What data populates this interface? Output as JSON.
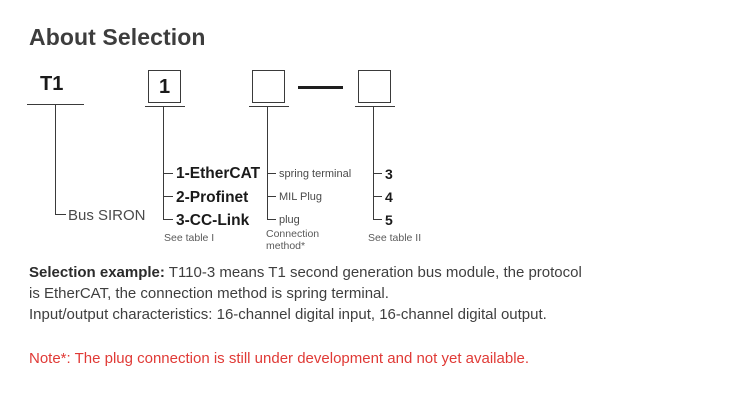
{
  "page": {
    "title": "About Selection",
    "background": "#ffffff",
    "note_color": "#e03a36",
    "text_color": "#3f3f3f"
  },
  "diagram": {
    "segments": [
      {
        "id": "series",
        "code": "T1",
        "boxed": false,
        "leaf_label": "Bus SIRON",
        "caption": "",
        "options": []
      },
      {
        "id": "generation",
        "code": "1",
        "boxed": true,
        "leaf_label": "",
        "caption": "See table I",
        "options": [
          "1-EtherCAT",
          "2-Profinet",
          "3-CC-Link"
        ]
      },
      {
        "id": "connection-method",
        "code": "",
        "boxed": true,
        "leaf_label": "",
        "caption": "Connection\nmethod*",
        "caption_line1": "Connection",
        "caption_line2": "method*",
        "options": [
          "spring terminal",
          "MIL Plug",
          "plug"
        ]
      },
      {
        "id": "io-characteristics",
        "code": "",
        "boxed": true,
        "leaf_label": "",
        "caption": "See table II",
        "options": [
          "3",
          "4",
          "5"
        ]
      }
    ],
    "separator": "—"
  },
  "description": {
    "label": "Selection example:",
    "line1_rest": " T110-3 means T1 second generation bus module, the protocol",
    "line2": "is EtherCAT, the connection method is spring terminal.",
    "line3": "Input/output characteristics: 16-channel digital input, 16-channel digital output."
  },
  "note": {
    "text": "Note*: The plug connection is still under development and not yet available."
  }
}
